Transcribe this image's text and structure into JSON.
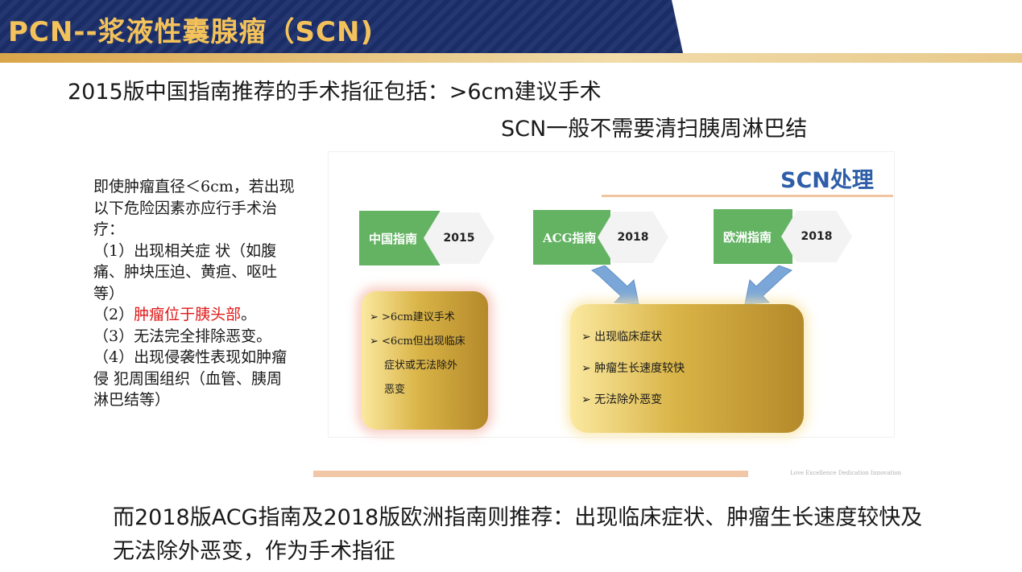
{
  "header": {
    "title": "PCN--浆液性囊腺瘤（SCN)"
  },
  "intro": {
    "line1": "2015版中国指南推荐的手术指征包括：>6cm建议手术",
    "line2": "SCN一般不需要清扫胰周淋巴结"
  },
  "left_text": {
    "p1": "即使肿瘤直径＜6cm，若出现以下危险因素亦应行手术治疗：",
    "item1": "（1）出现相关症 状（如腹痛、肿块压迫、黄疸、呕吐等）",
    "item2_prefix": "（2）",
    "item2_red": "肿瘤位于胰头部",
    "item2_suffix": "。",
    "item3": "（3）无法完全排除恶变。",
    "item4": "（4）出现侵袭性表现如肿瘤侵 犯周围组织（血管、胰周淋巴结等）"
  },
  "diagram": {
    "title": "SCN处理",
    "tags": [
      {
        "label": "中国指南",
        "year": "2015"
      },
      {
        "label": "ACG指南",
        "year": "2018"
      },
      {
        "label": "欧洲指南",
        "year": "2018"
      }
    ],
    "left_box": {
      "b1": "➢ >6cm建议手术",
      "b2": "➢ <6cm但出现临床",
      "b2a": "症状或无法除外",
      "b2b": "恶变"
    },
    "right_box": {
      "b1": "➢ 出现临床症状",
      "b2": "➢ 肿瘤生长速度较快",
      "b3": "➢ 无法除外恶变"
    },
    "footer_text": "Love Excellence Dedication Innovation",
    "colors": {
      "green": "#63b363",
      "gold": "#d9b447",
      "arrow": "#7aa6d8",
      "title_blue": "#2e5ea8"
    }
  },
  "bottom": {
    "text": "而2018版ACG指南及2018版欧洲指南则推荐：出现临床症状、肿瘤生长速度较快及无法除外恶变，作为手术指征"
  }
}
